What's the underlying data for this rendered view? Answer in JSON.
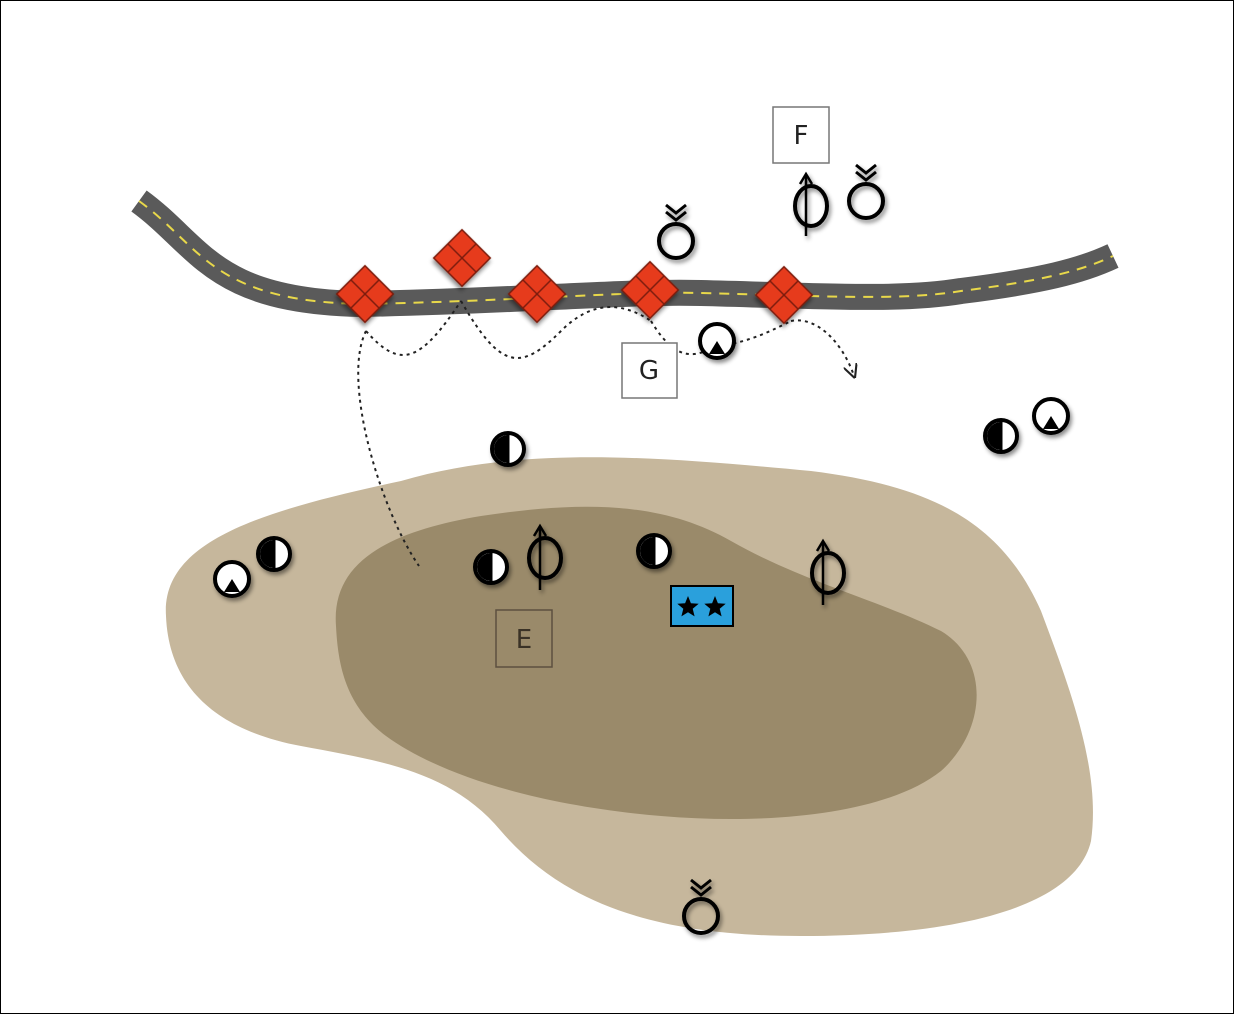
{
  "labels": {
    "e": "E",
    "f": "F",
    "g": "G"
  },
  "colors": {
    "terrain_outer": "#c6b79c",
    "terrain_inner": "#9a8a6a",
    "road": "#5a5a5a",
    "road_stripe": "#e8d84a",
    "hostile_marker": "#e63b1e",
    "command_marker": "#2aa0dc"
  },
  "symbols": [
    "diamond-marker-icon",
    "half-filled-circle-icon",
    "arrow-circle-icon",
    "chevron-circle-icon",
    "tent-circle-icon",
    "two-star-flag-icon"
  ]
}
